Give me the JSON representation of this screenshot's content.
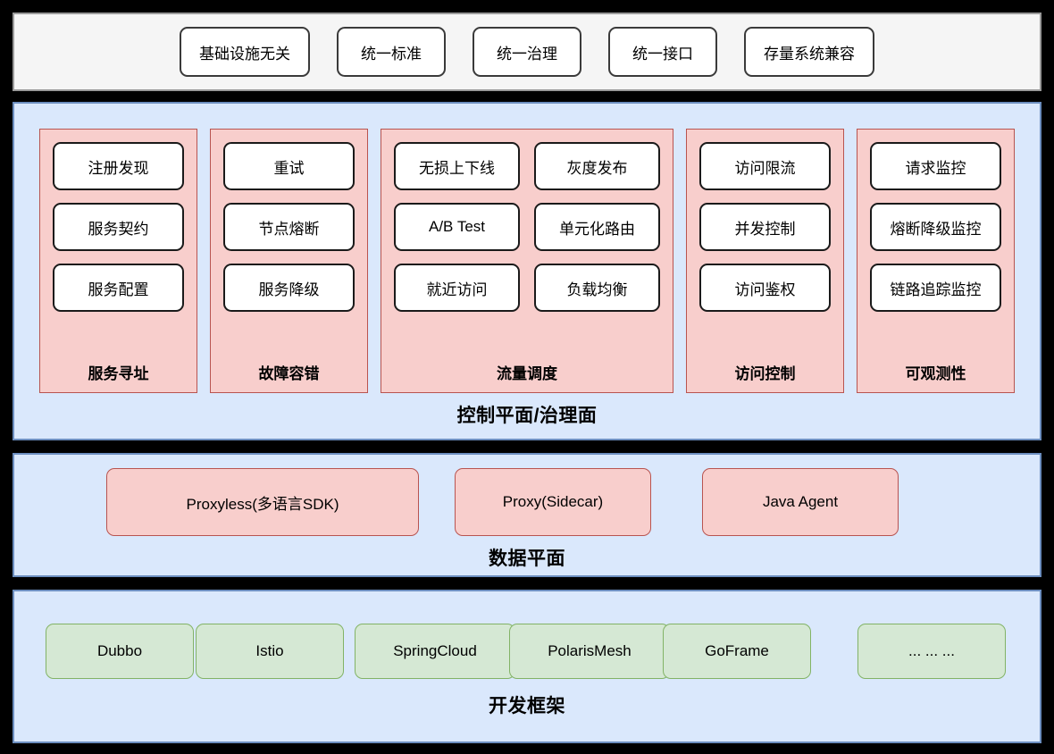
{
  "principles": {
    "items": [
      {
        "label": "基础设施无关",
        "size": "lg"
      },
      {
        "label": "统一标准",
        "size": "md"
      },
      {
        "label": "统一治理",
        "size": "md"
      },
      {
        "label": "统一接口",
        "size": "md"
      },
      {
        "label": "存量系统兼容",
        "size": "lg"
      }
    ]
  },
  "control_plane": {
    "title": "控制平面/治理面",
    "groups": [
      {
        "title": "服务寻址",
        "columns": 1,
        "items": [
          "注册发现",
          "服务契约",
          "服务配置"
        ]
      },
      {
        "title": "故障容错",
        "columns": 1,
        "items": [
          "重试",
          "节点熔断",
          "服务降级"
        ]
      },
      {
        "title": "流量调度",
        "columns": 2,
        "items": [
          "无损上下线",
          "灰度发布",
          "A/B Test",
          "单元化路由",
          "就近访问",
          "负载均衡"
        ]
      },
      {
        "title": "访问控制",
        "columns": 1,
        "items": [
          "访问限流",
          "并发控制",
          "访问鉴权"
        ]
      },
      {
        "title": "可观测性",
        "columns": 1,
        "items": [
          "请求监控",
          "熔断降级监控",
          "链路追踪监控"
        ]
      }
    ]
  },
  "data_plane": {
    "title": "数据平面",
    "items": [
      "Proxyless(多语言SDK)",
      "Proxy(Sidecar)",
      "Java Agent"
    ]
  },
  "framework_layer": {
    "title": "开发框架",
    "items": [
      "Dubbo",
      "Istio",
      "SpringCloud",
      "PolarisMesh",
      "GoFrame",
      "... ... ..."
    ]
  },
  "colors": {
    "page_background": "#000000",
    "principles_band": "#f5f5f5",
    "layer_fill": "#dae8fc",
    "layer_border": "#6c8ebf",
    "capability_fill": "#f8cecc",
    "capability_border": "#b85450",
    "framework_fill": "#d5e8d4",
    "framework_border": "#82b366",
    "box_fill": "#ffffff",
    "box_border": "#1a1a1a"
  }
}
